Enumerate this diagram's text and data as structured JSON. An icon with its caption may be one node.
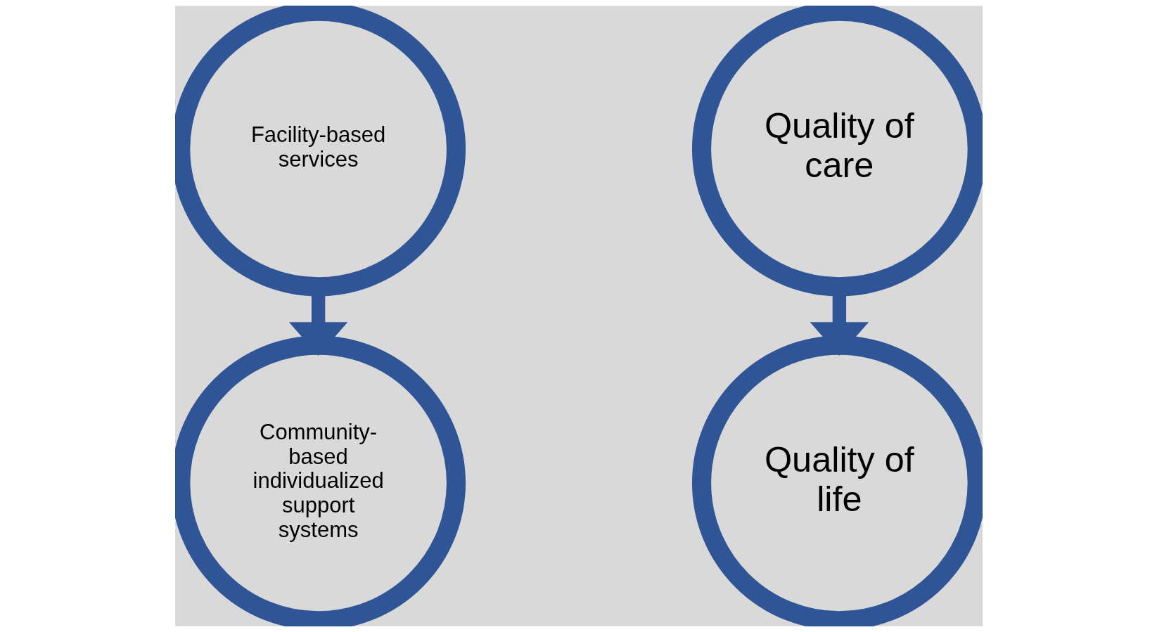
{
  "diagram": {
    "nodes": [
      {
        "text": [
          "Facility-based services"
        ]
      },
      {
        "text": [
          "Community-based individualized support systems"
        ]
      },
      {
        "text": [
          "Quality of care"
        ]
      },
      {
        "text": [
          "Quality of life"
        ]
      }
    ],
    "edges": [
      {
        "from": 0,
        "to": 1,
        "arrow": "to"
      },
      {
        "from": 2,
        "to": 3,
        "arrow": "to"
      }
    ]
  }
}
